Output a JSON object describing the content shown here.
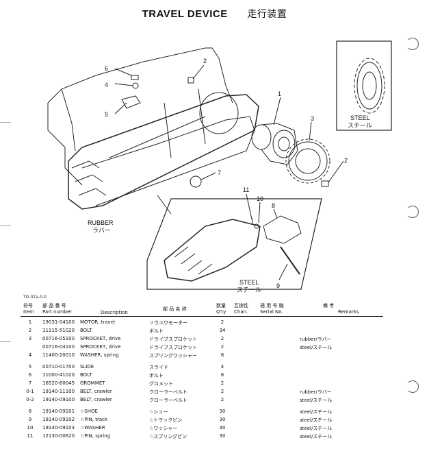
{
  "title": {
    "en": "TRAVEL DEVICE",
    "jp": "走行装置"
  },
  "diagram": {
    "callouts": [
      "1",
      "2",
      "3",
      "2",
      "4",
      "5",
      "6",
      "7",
      "8",
      "9",
      "10",
      "11"
    ],
    "labels": {
      "rubber_en": "RUBBER",
      "rubber_jp": "ラバー",
      "steel1_en": "STEEL",
      "steel1_jp": "スチール",
      "steel2_en": "STEEL",
      "steel2_jp": "スチール"
    }
  },
  "doc_code": "TO-07a-0-0",
  "headers": {
    "item_jp": "符号",
    "item_en": "Item",
    "part_jp": "部 品 番 号",
    "part_en": "Part number",
    "desc": "Description",
    "name_jp": "部 品 名 称",
    "qty_jp": "数量",
    "qty_en": "Q'ty",
    "chan_jp": "互換性",
    "chan_en": "Chan.",
    "serial_jp": "適 用 号 機",
    "serial_en": "Serial No.",
    "remarks_jp": "備 考",
    "remarks_en": "Remarks"
  },
  "rows": [
    {
      "item": "1",
      "part": "19031-04100",
      "desc": "MOTOR, travel",
      "jp": "ソウユウモーター",
      "qty": "2",
      "remarks": ""
    },
    {
      "item": "2",
      "part": "11115-51020",
      "desc": "BOLT",
      "jp": "ボルト",
      "qty": "34",
      "remarks": ""
    },
    {
      "item": "3",
      "part": "00716-05100",
      "desc": "SPROCKET, drive",
      "jp": "ドライブスプロケット",
      "qty": "2",
      "remarks": "rubber/ラバー"
    },
    {
      "item": "",
      "part": "00716-04100",
      "desc": "SPROCKET, drive",
      "jp": "ドライブスプロケット",
      "qty": "2",
      "remarks": "steel/スチール"
    },
    {
      "item": "4",
      "part": "11400-20010",
      "desc": "WASHER, spring",
      "jp": "スプリングワッシャー",
      "qty": "8",
      "remarks": ""
    },
    {
      "item": "5",
      "part": "00710-01700",
      "desc": "SLIDE",
      "jp": "スライド",
      "qty": "4",
      "remarks": ""
    },
    {
      "item": "6",
      "part": "11000-41020",
      "desc": "BOLT",
      "jp": "ボルト",
      "qty": "8",
      "remarks": ""
    },
    {
      "item": "7",
      "part": "16520-60045",
      "desc": "GROMMET",
      "jp": "グロメット",
      "qty": "2",
      "remarks": ""
    },
    {
      "item": "0-1",
      "part": "19140-11100",
      "desc": "BELT, crawler",
      "jp": "クローラーベルト",
      "qty": "2",
      "remarks": "rubber/ラバー"
    },
    {
      "item": "0-2",
      "part": "19140-09100",
      "desc": "BELT, crawler",
      "jp": "クローラーベルト",
      "qty": "2",
      "remarks": "steel/スチール"
    },
    {
      "item": "8",
      "part": "19140-09101",
      "desc": "☆SHOE",
      "jp": "☆シュー",
      "qty": "30",
      "remarks": "steel/スチール"
    },
    {
      "item": "9",
      "part": "19140-09102",
      "desc": "☆PIN, track",
      "jp": "☆トラックピン",
      "qty": "30",
      "remarks": "steel/スチール"
    },
    {
      "item": "10",
      "part": "19140-09103",
      "desc": "☆WASHER",
      "jp": "☆ワッシャー",
      "qty": "30",
      "remarks": "steel/スチール"
    },
    {
      "item": "11",
      "part": "12130-00620",
      "desc": "☆PIN, spring",
      "jp": "☆スプリングピン",
      "qty": "30",
      "remarks": "steel/スチール"
    }
  ]
}
